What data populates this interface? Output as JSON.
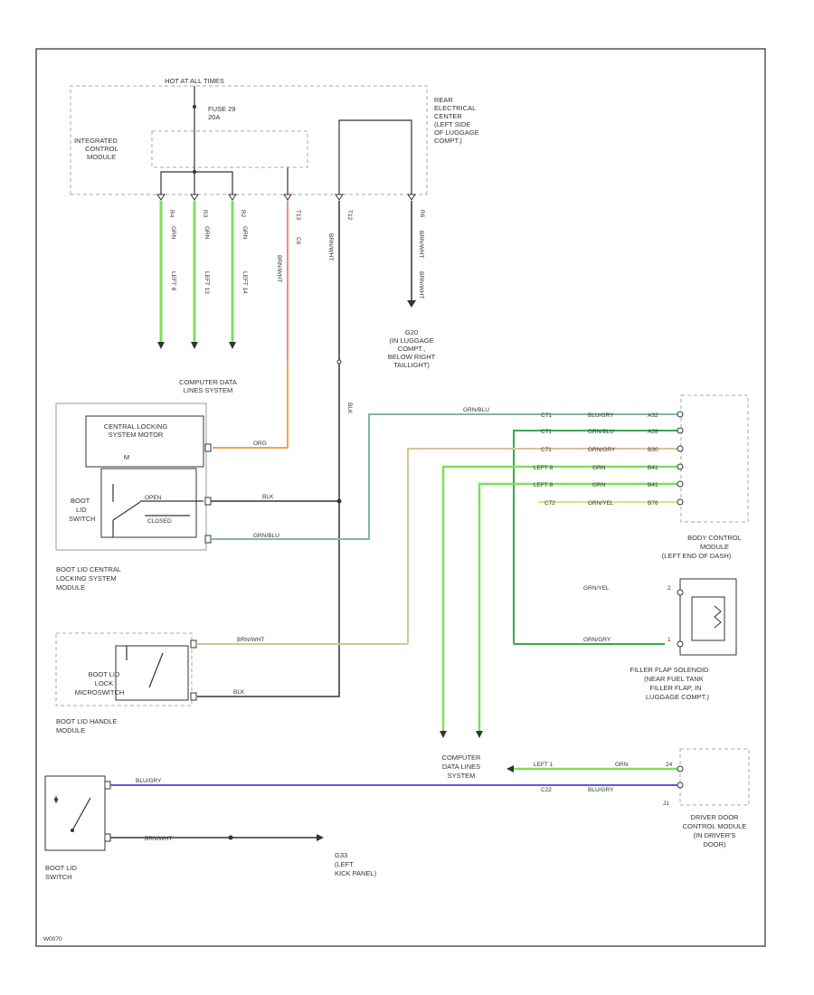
{
  "diagram": {
    "footer_code": "W0070",
    "colors": {
      "green": "#7de05a",
      "pink": "#f08a8a",
      "orange": "#f5a24a",
      "teal": "#7fb6b0",
      "tan": "#d8c39a",
      "yellow": "#e8e07a",
      "dark_green": "#3aaa4a",
      "blue": "#5a5ae0",
      "black": "#333333",
      "dash": "#aaaaaa"
    },
    "labels": {
      "hot_at_all_times": "HOT AT ALL TIMES",
      "fuse_line1": "FUSE 29",
      "fuse_line2": "20A",
      "icm_line1": "INTEGRATED",
      "icm_line2": "CONTROL",
      "icm_line3": "MODULE",
      "rec_line1": "REAR",
      "rec_line2": "ELECTRICAL",
      "rec_line3": "CENTER",
      "rec_line4": "(LEFT SIDE",
      "rec_line5": "OF LUGGAGE",
      "rec_line6": "COMPT.)",
      "g_top_line1": "G20",
      "g_top_line2": "(IN LUGGAGE",
      "g_top_line3": "COMPT.,",
      "g_top_line4": "BELOW RIGHT",
      "g_top_line5": "TAILLIGHT)",
      "cdl_top_line1": "COMPUTER DATA",
      "cdl_top_line2": "LINES SYSTEM",
      "clsm_inner_line1": "CENTRAL LOCKING",
      "clsm_inner_line2": "SYSTEM MOTOR",
      "boot_lid_switch_inner_line1": "BOOT",
      "boot_lid_switch_inner_line2": "LID",
      "boot_lid_switch_inner_line3": "SWITCH",
      "contact_open": "OPEN",
      "contact_closed": "CLOSED",
      "clsm_line1": "BOOT LID CENTRAL",
      "clsm_line2": "LOCKING SYSTEM",
      "clsm_line3": "MODULE",
      "handle_inner_line1": "BOOT LID",
      "handle_inner_line2": "LOCK",
      "handle_inner_line3": "MICROSWITCH",
      "handle_line1": "BOOT LID HANDLE",
      "handle_line2": "MODULE",
      "bcm_line1": "BODY CONTROL",
      "bcm_line2": "MODULE",
      "bcm_line3": "(LEFT END OF DASH)",
      "filler_line1": "FILLER FLAP SOLENOID",
      "filler_line2": "(NEAR FUEL TANK",
      "filler_line3": "FILLER FLAP, IN",
      "filler_line4": "LUGGAGE COMPT.)",
      "cdl_bottom_line1": "COMPUTER",
      "cdl_bottom_line2": "DATA LINES",
      "cdl_bottom_line3": "SYSTEM",
      "ddcm_line1": "DRIVER DOOR",
      "ddcm_line2": "CONTROL MODULE",
      "ddcm_line3": "(IN DRIVER'S",
      "ddcm_line4": "DOOR)",
      "boot_sw_line1": "BOOT LID",
      "boot_sw_line2": "SWITCH",
      "g_bot_line1": "G33",
      "g_bot_line2": "(LEFT",
      "g_bot_line3": "KICK PANEL)"
    },
    "wire_labels": {
      "w1": "GRN",
      "w2": "GRN",
      "w3": "GRN",
      "w4": "BRN/WHT",
      "w5": "BRN/WHT",
      "w6": "BRN/WHT",
      "w7": "LEFT 8",
      "w8": "LEFT 13",
      "w9": "LEFT 14",
      "w10": "C6",
      "w11": "BRN/WHT",
      "w12": "ORG",
      "w13": "BLK",
      "w14": "GRN/BLU",
      "w15": "BLU/GRY",
      "w16": "GRN/BLU",
      "w17": "GRN/GRY",
      "w18": "GRN",
      "w19": "GRN",
      "w20": "GRN/YEL",
      "w21": "GRN/YEL",
      "w22": "GRN/BLU",
      "w23": "GRN/GRY",
      "w24": "BLK",
      "w25": "BLU/GRY",
      "w26": "BLU/GRY",
      "w27": "GRN",
      "w28": "BRN/WHT",
      "w29": "BRN/WHT",
      "w30": "BLK"
    },
    "pins": {
      "p_icm_1": "R4",
      "p_icm_2": "R3",
      "p_icm_3": "R2",
      "p_icm_4": "T13",
      "p_rec_1": "T12",
      "p_rec_2": "R6",
      "p_bcm_1": "C71",
      "p_bcm_2": "C71",
      "p_bcm_3": "C71",
      "p_bcm_4": "LEFT 8",
      "p_bcm_5": "LEFT 8",
      "p_bcm_6": "C72",
      "p_bcm_7": "A32",
      "p_bcm_8": "A28",
      "p_bcm_9": "B30",
      "p_bcm_10": "B41",
      "p_bcm_11": "B41",
      "p_bcm_12": "B76",
      "p_filler_1": "2",
      "p_filler_2": "1",
      "p_ddcm_1": "LEFT 1",
      "p_ddcm_2": "C22",
      "p_ddcm_3": "24",
      "p_ddcm_4": "J1"
    }
  }
}
